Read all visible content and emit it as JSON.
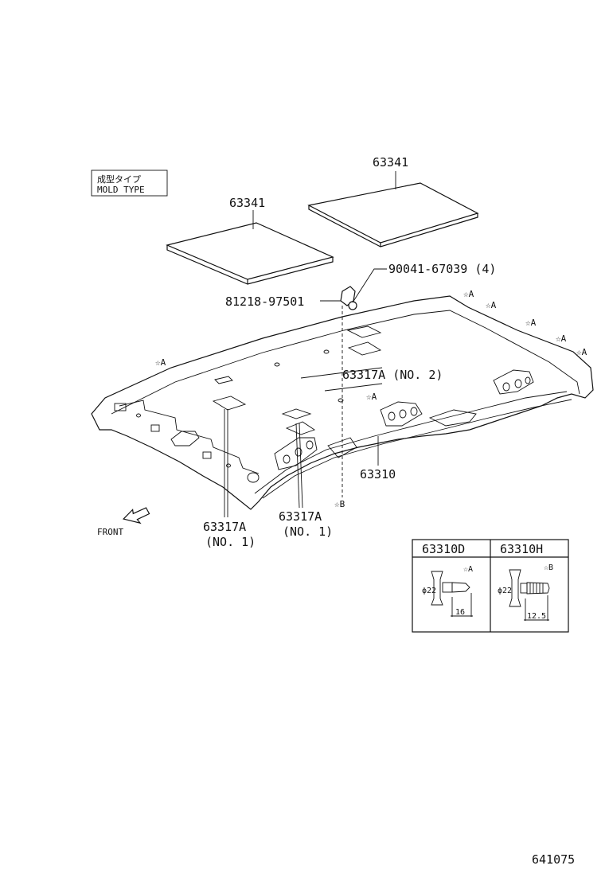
{
  "mold_type": {
    "jp": "成型タイプ",
    "en": "MOLD TYPE"
  },
  "parts": {
    "pad_right": "63341",
    "pad_left": "63341",
    "clip": "90041-67039 (4)",
    "lamp_bracket": "81218-97501",
    "headlining": "63310",
    "sound_no2": "63317A (NO. 2)",
    "sound_no1_left_code": "63317A",
    "sound_no1_left_sub": "(NO. 1)",
    "sound_no1_right_code": "63317A",
    "sound_no1_right_sub": "(NO. 1)"
  },
  "markers": {
    "a": "☆A",
    "b": "☆B"
  },
  "front_label": "FRONT",
  "clip_table": {
    "col1": {
      "part": "63310D",
      "marker": "☆A",
      "diameter": "ϕ22",
      "length": "16"
    },
    "col2": {
      "part": "63310H",
      "marker": "☆B",
      "diameter": "ϕ22",
      "length": "12.5"
    }
  },
  "figure_number": "641075"
}
